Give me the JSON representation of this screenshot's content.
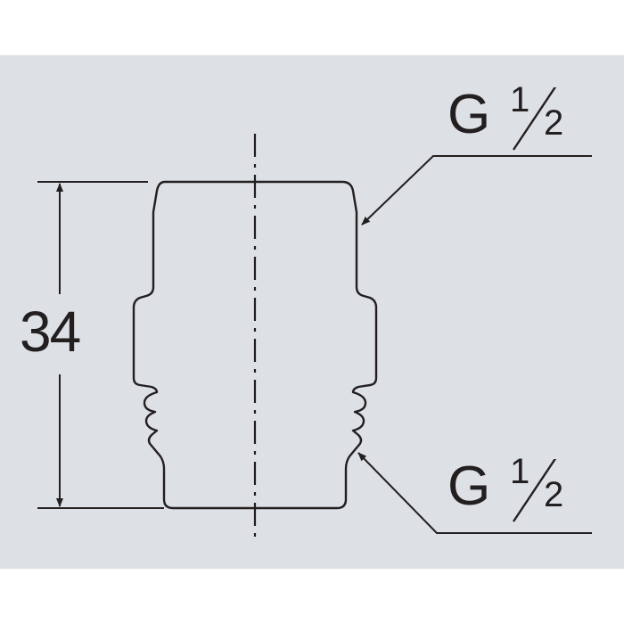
{
  "dimension": {
    "value": "34"
  },
  "thread_top": {
    "letter": "G",
    "numerator": "1",
    "denominator": "2"
  },
  "thread_bottom": {
    "letter": "G",
    "numerator": "1",
    "denominator": "2"
  },
  "colors": {
    "background": "#dde0e4",
    "line": "#231f20"
  }
}
